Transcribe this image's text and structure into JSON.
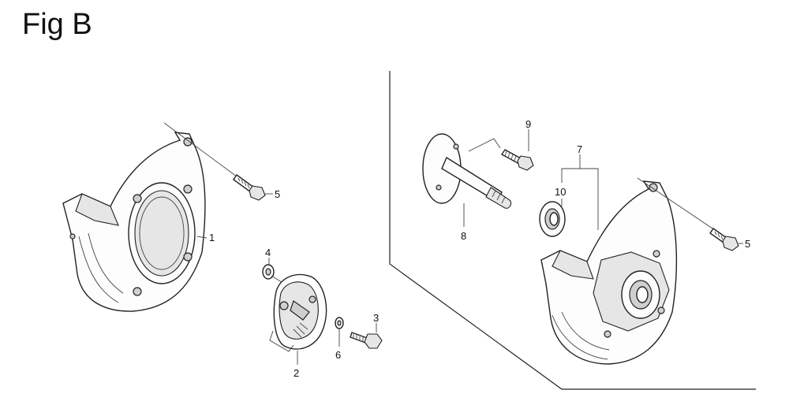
{
  "figure": {
    "title": "Fig B"
  },
  "callouts": [
    "1",
    "2",
    "3",
    "4",
    "5",
    "6",
    "7",
    "8",
    "9",
    "10",
    "5"
  ],
  "icons": {
    "clutch_cover": "clutch-cover-icon",
    "clutch_shoe": "clutch-shoe-assembly-icon",
    "flange_bolt": "flange-bolt-icon",
    "washer": "washer-icon",
    "drive_shaft": "drive-shaft-icon",
    "oil_seal": "oil-seal-icon",
    "clutch_case": "clutch-case-assembly-icon"
  }
}
